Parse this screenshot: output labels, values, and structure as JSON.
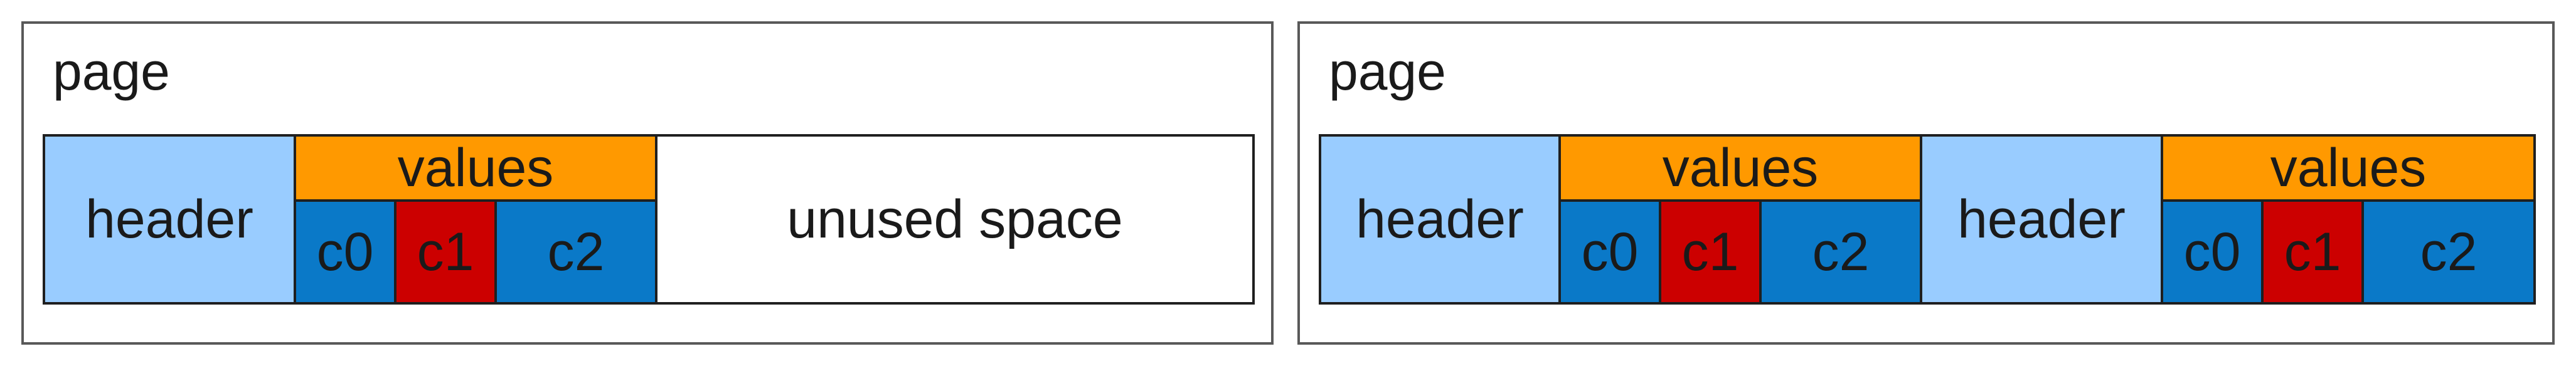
{
  "colors": {
    "header": "#99ccff",
    "values": "#ff9900",
    "column": "#0a79c8",
    "column_highlight": "#cc0000",
    "border": "#1f1f1f",
    "page_border": "#595959"
  },
  "left_page": {
    "label": "page",
    "header": "header",
    "values": "values",
    "columns": [
      "c0",
      "c1",
      "c2"
    ],
    "unused": "unused space"
  },
  "right_page": {
    "label": "page",
    "groups": [
      {
        "header": "header",
        "values": "values",
        "columns": [
          "c0",
          "c1",
          "c2"
        ]
      },
      {
        "header": "header",
        "values": "values",
        "columns": [
          "c0",
          "c1",
          "c2"
        ]
      }
    ]
  }
}
